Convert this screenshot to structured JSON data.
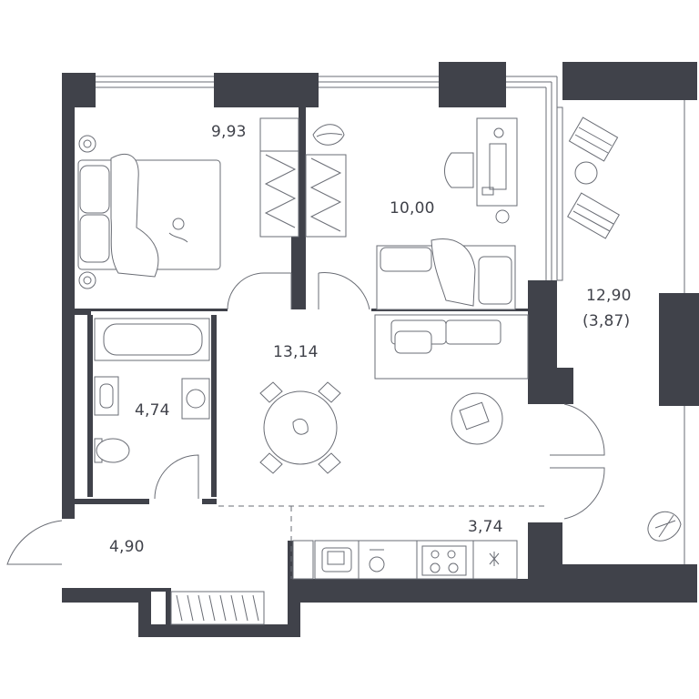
{
  "colors": {
    "wall": "#40424a",
    "line": "#6a6d75",
    "background": "#ffffff"
  },
  "rooms": [
    {
      "id": "bedroom",
      "area": "9,93"
    },
    {
      "id": "study-bedroom",
      "area": "10,00"
    },
    {
      "id": "living-kitchen",
      "area": "13,14"
    },
    {
      "id": "bathroom",
      "area": "4,74"
    },
    {
      "id": "hallway",
      "area": "4,90"
    },
    {
      "id": "kitchen-zone",
      "area": "3,74"
    },
    {
      "id": "loggia",
      "area": "12,90",
      "note": "(3,87)"
    }
  ],
  "icons": [
    "bed-icon",
    "wardrobe-icon",
    "desk-icon",
    "chair-icon",
    "sofa-icon",
    "dining-table-icon",
    "bathtub-icon",
    "sink-icon",
    "washing-machine-icon",
    "toilet-icon",
    "stove-icon",
    "plant-icon",
    "lounge-chair-icon",
    "rug-icon"
  ]
}
